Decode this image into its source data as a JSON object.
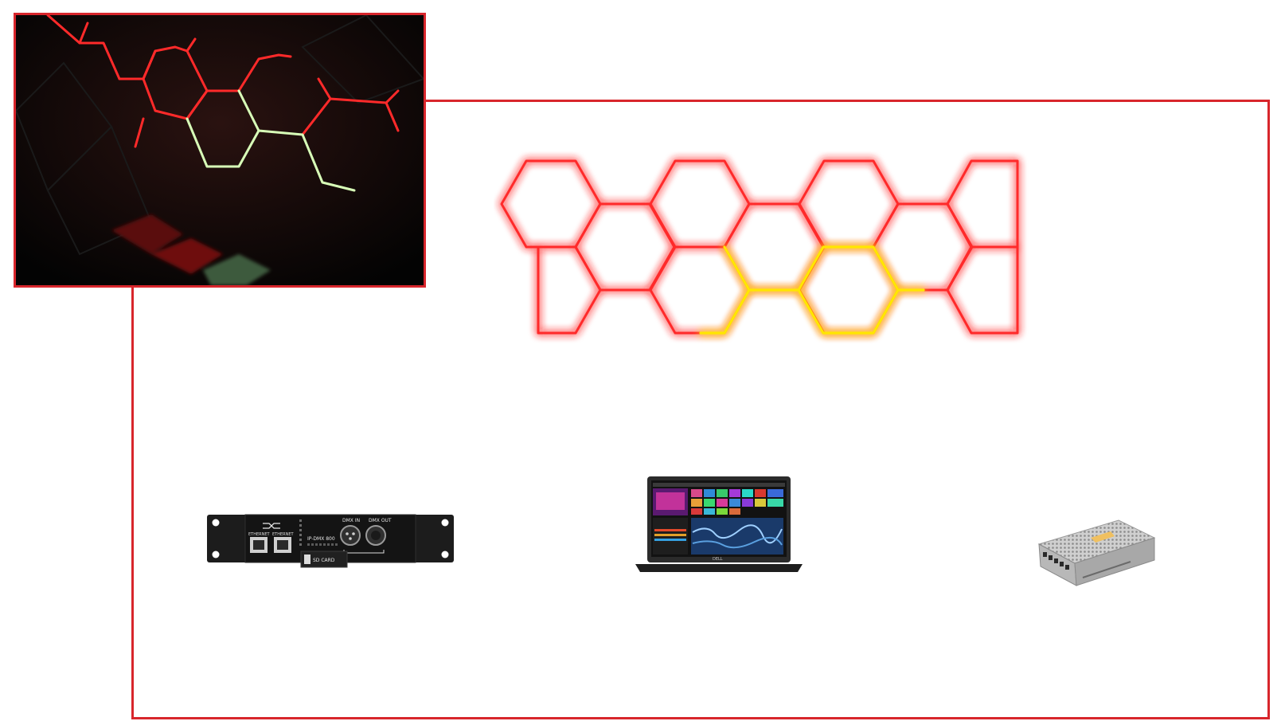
{
  "colors": {
    "frame": "#d8262c",
    "led_red": "#ff2a2a",
    "led_yellow": "#ffe600",
    "led_green": "#d8ffb8",
    "photo_bg": "#050505"
  },
  "interface_device": {
    "port_label_1": "ETHERNET",
    "port_label_2": "ETHERNET",
    "dmx_in_label": "DMX IN",
    "dmx_out_label": "DMX OUT",
    "model_label": "IP-DMX 800",
    "sd_label": "SD CARD"
  },
  "laptop": {
    "brand": "DELL"
  },
  "icons": {
    "network": "network-logo-icon"
  }
}
